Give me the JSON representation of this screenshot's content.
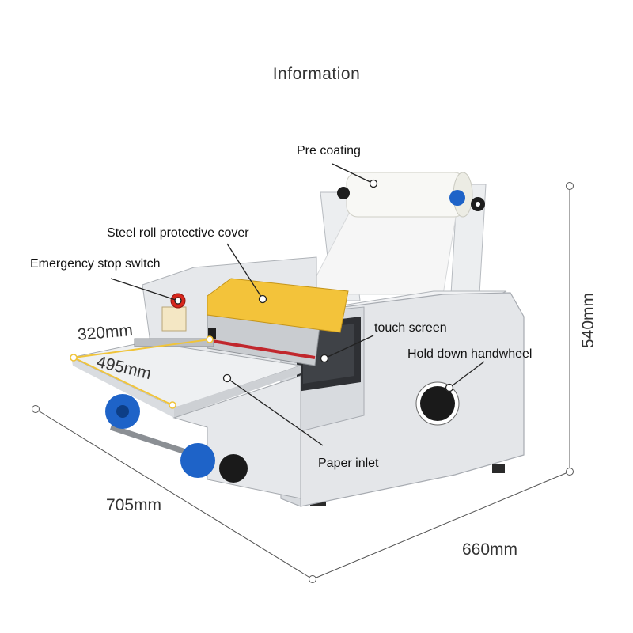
{
  "heading": "Information",
  "callouts": {
    "pre_coating": "Pre coating",
    "steel_roll_cover": "Steel roll protective cover",
    "emergency_stop": "Emergency stop switch",
    "touch_screen": "touch screen",
    "hold_down_handwheel": "Hold down handwheel",
    "paper_inlet": "Paper inlet"
  },
  "dimensions": {
    "height": "540mm",
    "depth": "705mm",
    "width": "660mm",
    "tray_width": "320mm",
    "tray_length": "495mm"
  },
  "colors": {
    "body": "#e4e6e9",
    "cover": "#f3c33a",
    "roller_accent": "#1e63c8",
    "stop_button": "#d8261c",
    "screen": "#2e3034"
  }
}
